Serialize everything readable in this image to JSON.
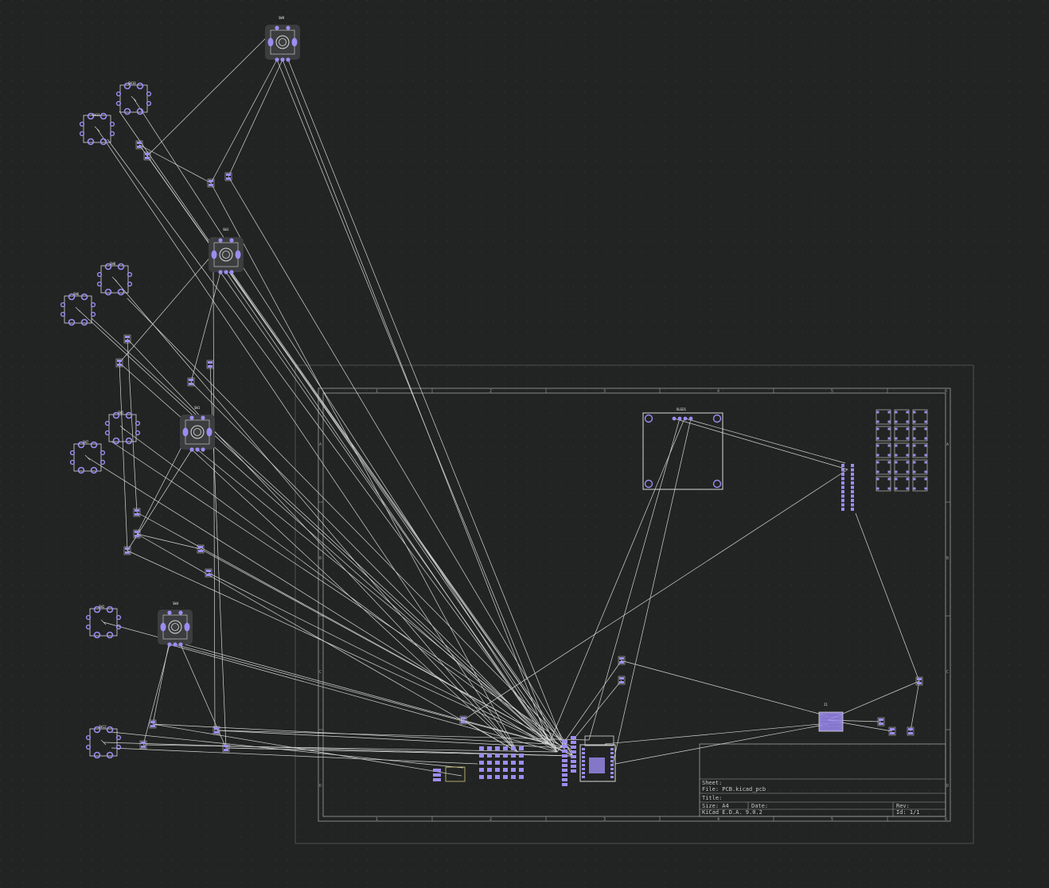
{
  "app": {
    "name": "KiCad PCB Editor",
    "background": "#222423",
    "pad_color": "#9d8cf0",
    "pad_highlight": "#c9bffa",
    "outline_color": "#d8d8d8",
    "ratsnest_color": "#e6e6e6",
    "sheet_color": "#9e9e9e",
    "grid_color": "#3a3c3b"
  },
  "title_block": {
    "sheet_label": "Sheet:",
    "file_label": "File: PCB.kicad_pcb",
    "title_label": "Title:",
    "size_label": "Size: A4",
    "date_label": "Date:",
    "rev_label": "Rev:",
    "generator": "KiCad E.D.A. 9.0.2",
    "id_label": "Id: 1/1"
  },
  "sheet": {
    "columns": [
      "1",
      "2",
      "3",
      "4",
      "5",
      "6"
    ],
    "rows": [
      "A",
      "B",
      "C",
      "D"
    ]
  },
  "components": {
    "oled": {
      "ref": "OLED1"
    },
    "connector": {
      "ref": "J1"
    },
    "encoders": [
      {
        "ref": "SW9"
      },
      {
        "ref": "SW3"
      },
      {
        "ref": "SW1"
      },
      {
        "ref": "SW4"
      }
    ],
    "switches": [
      {
        "ref": "SW10"
      },
      {
        "ref": "SW11"
      },
      {
        "ref": "SW8"
      },
      {
        "ref": "SW6"
      },
      {
        "ref": "SW5"
      },
      {
        "ref": "SW7"
      },
      {
        "ref": "SW2"
      },
      {
        "ref": "SW12"
      }
    ]
  }
}
